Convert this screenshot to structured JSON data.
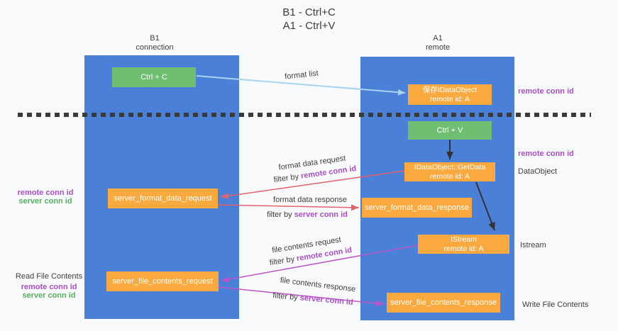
{
  "title": {
    "line1": "B1 - Ctrl+C",
    "line2": "A1 - Ctrl+V"
  },
  "lanes": {
    "left": {
      "name": "B1",
      "subtitle": "connection"
    },
    "right": {
      "name": "A1",
      "subtitle": "remote"
    }
  },
  "nodes": {
    "ctrl_c": {
      "label": "Ctrl + C"
    },
    "ctrl_v": {
      "label": "Ctrl + V"
    },
    "saved_dataobject": {
      "line1": "保存IDataObject",
      "line2": "remote id: A"
    },
    "getdata": {
      "line1": "IDataObject::GetData",
      "line2": "remote id: A"
    },
    "istream": {
      "line1": "IStream",
      "line2": "remote id: A"
    },
    "server_format_data_request": {
      "label": "server_format_data_request"
    },
    "server_format_data_response": {
      "label": "server_format_data_response"
    },
    "server_file_contents_request": {
      "label": "server_file_contents_request"
    },
    "server_file_contents_response": {
      "label": "server_file_contents_response"
    }
  },
  "arrow_labels": {
    "format_list": "format list",
    "format_data_request": "format data request",
    "format_data_request_filter": {
      "prefix": "filter by ",
      "highlight": "remote conn id"
    },
    "format_data_response": "format data response",
    "format_data_response_filter": {
      "prefix": "filter by ",
      "highlight": "server conn id"
    },
    "file_contents_request": "file contents request",
    "file_contents_request_filter": {
      "prefix": "filter by ",
      "highlight": "remote conn id"
    },
    "file_contents_response": "file contents response",
    "file_contents_response_filter": {
      "prefix": "filter by ",
      "highlight": "server conn id"
    }
  },
  "side_labels": {
    "right_top_remote_conn_id": "remote conn id",
    "right_mid_remote_conn_id": "remote conn id",
    "right_dataobject": "DataObject",
    "right_istream": "Istream",
    "right_write_file_contents": "Write File Contents",
    "left_mid_remote_conn_id": "remote conn id",
    "left_mid_server_conn_id": "server conn id",
    "left_read_file_contents": "Read File Contents",
    "left_bottom_remote_conn_id": "remote conn id",
    "left_bottom_server_conn_id": "server conn id"
  },
  "colors": {
    "lane_blue": "#4a80d8",
    "node_orange": "#f9a93d",
    "node_green": "#6fbf73",
    "arrow_lightblue": "#a8d4f0",
    "arrow_red": "#e0626a",
    "arrow_magenta": "#bb55c5",
    "arrow_black": "#333333",
    "text_dark": "#3f3f3f",
    "text_purple": "#a94fc6",
    "text_green": "#55b05f",
    "dashed_line": "#3a3a3a",
    "background": "#f8f9fb"
  }
}
